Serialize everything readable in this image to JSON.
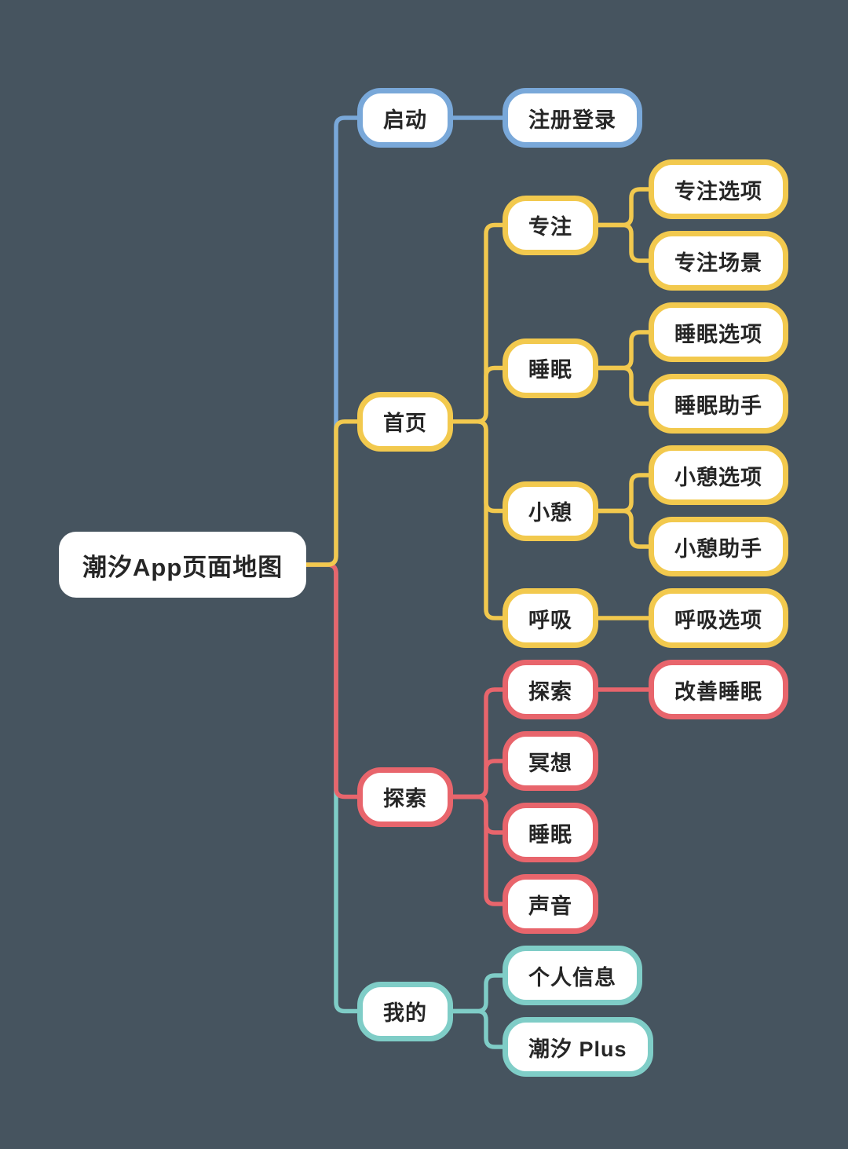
{
  "title": "潮汐App页面地图",
  "colors": {
    "background": "#46545F",
    "node_fill": "#FFFFFF",
    "text": "#262626",
    "blue": "#79A8D9",
    "yellow": "#F2C94E",
    "red": "#E8656C",
    "teal": "#7FCDC7"
  },
  "tree": {
    "label": "潮汐App页面地图",
    "name": "root",
    "children": [
      {
        "label": "启动",
        "name": "launch",
        "color": "blue",
        "children": [
          {
            "label": "注册登录",
            "name": "register-login"
          }
        ]
      },
      {
        "label": "首页",
        "name": "home",
        "color": "yellow",
        "children": [
          {
            "label": "专注",
            "name": "focus",
            "children": [
              {
                "label": "专注选项",
                "name": "focus-options"
              },
              {
                "label": "专注场景",
                "name": "focus-scenes"
              }
            ]
          },
          {
            "label": "睡眠",
            "name": "sleep",
            "children": [
              {
                "label": "睡眠选项",
                "name": "sleep-options"
              },
              {
                "label": "睡眠助手",
                "name": "sleep-assistant"
              }
            ]
          },
          {
            "label": "小憩",
            "name": "nap",
            "children": [
              {
                "label": "小憩选项",
                "name": "nap-options"
              },
              {
                "label": "小憩助手",
                "name": "nap-assistant"
              }
            ]
          },
          {
            "label": "呼吸",
            "name": "breathe",
            "children": [
              {
                "label": "呼吸选项",
                "name": "breathe-options"
              }
            ]
          }
        ]
      },
      {
        "label": "探索",
        "name": "explore",
        "color": "red",
        "children": [
          {
            "label": "探索",
            "name": "explore-page",
            "children": [
              {
                "label": "改善睡眠",
                "name": "improve-sleep"
              }
            ]
          },
          {
            "label": "冥想",
            "name": "meditation"
          },
          {
            "label": "睡眠",
            "name": "sleep-category"
          },
          {
            "label": "声音",
            "name": "sounds"
          }
        ]
      },
      {
        "label": "我的",
        "name": "profile",
        "color": "teal",
        "children": [
          {
            "label": "个人信息",
            "name": "personal-info"
          },
          {
            "label": "潮汐 Plus",
            "name": "tide-plus"
          }
        ]
      }
    ]
  }
}
